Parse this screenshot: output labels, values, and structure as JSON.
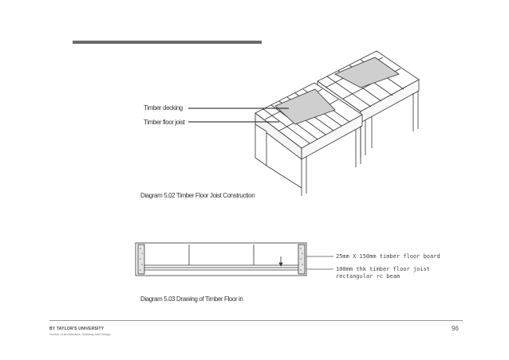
{
  "diagram_502": {
    "callouts": [
      "Timber decking",
      "Timber floor joist"
    ],
    "caption": "Diagram 5.02 Timber Floor Joist Construction"
  },
  "diagram_503": {
    "notes": [
      "25mm X 150mm timber floor board",
      "100mm thk timber floor joist",
      "rectangular rc beam"
    ],
    "caption": "Diagram 5.03 Drawing of Timber Floor in"
  },
  "footer": {
    "page_number": "96",
    "brand": "BY TAYLOR'S UNIVERSITY",
    "brand_sub": "School of Architecture, Building and Design"
  }
}
